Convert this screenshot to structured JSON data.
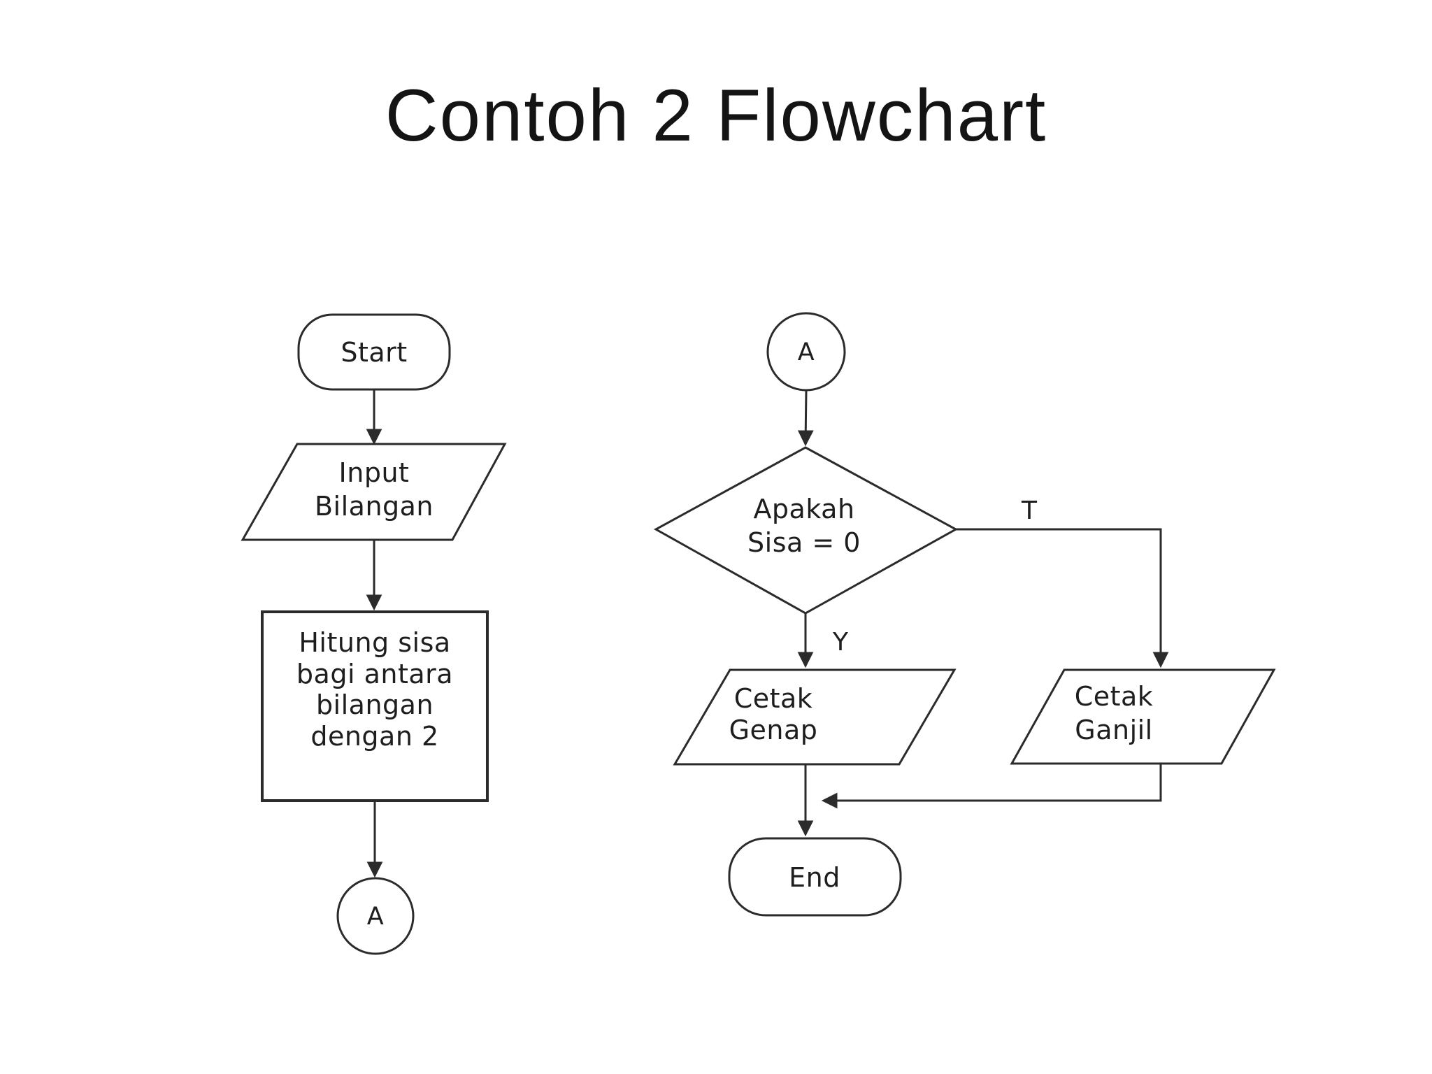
{
  "page": {
    "title": "Contoh 2 Flowchart",
    "background_color": "#ffffff",
    "line_color": "#2b2b2b",
    "text_color": "#1e1e1e"
  },
  "flowchart": {
    "start": {
      "label": "Start"
    },
    "input": {
      "line1": "Input",
      "line2": "Bilangan"
    },
    "process": {
      "line1": "Hitung sisa",
      "line2": "bagi antara",
      "line3": "bilangan",
      "line4": "dengan 2"
    },
    "connector_a_out": {
      "label": "A"
    },
    "connector_a_in": {
      "label": "A"
    },
    "decision": {
      "line1": "Apakah",
      "line2": "Sisa = 0"
    },
    "branch_yes_label": "Y",
    "branch_no_label": "T",
    "print_even": {
      "line1": "Cetak",
      "line2": "Genap"
    },
    "print_odd": {
      "line1": "Cetak",
      "line2": "Ganjil"
    },
    "end": {
      "label": "End"
    }
  }
}
